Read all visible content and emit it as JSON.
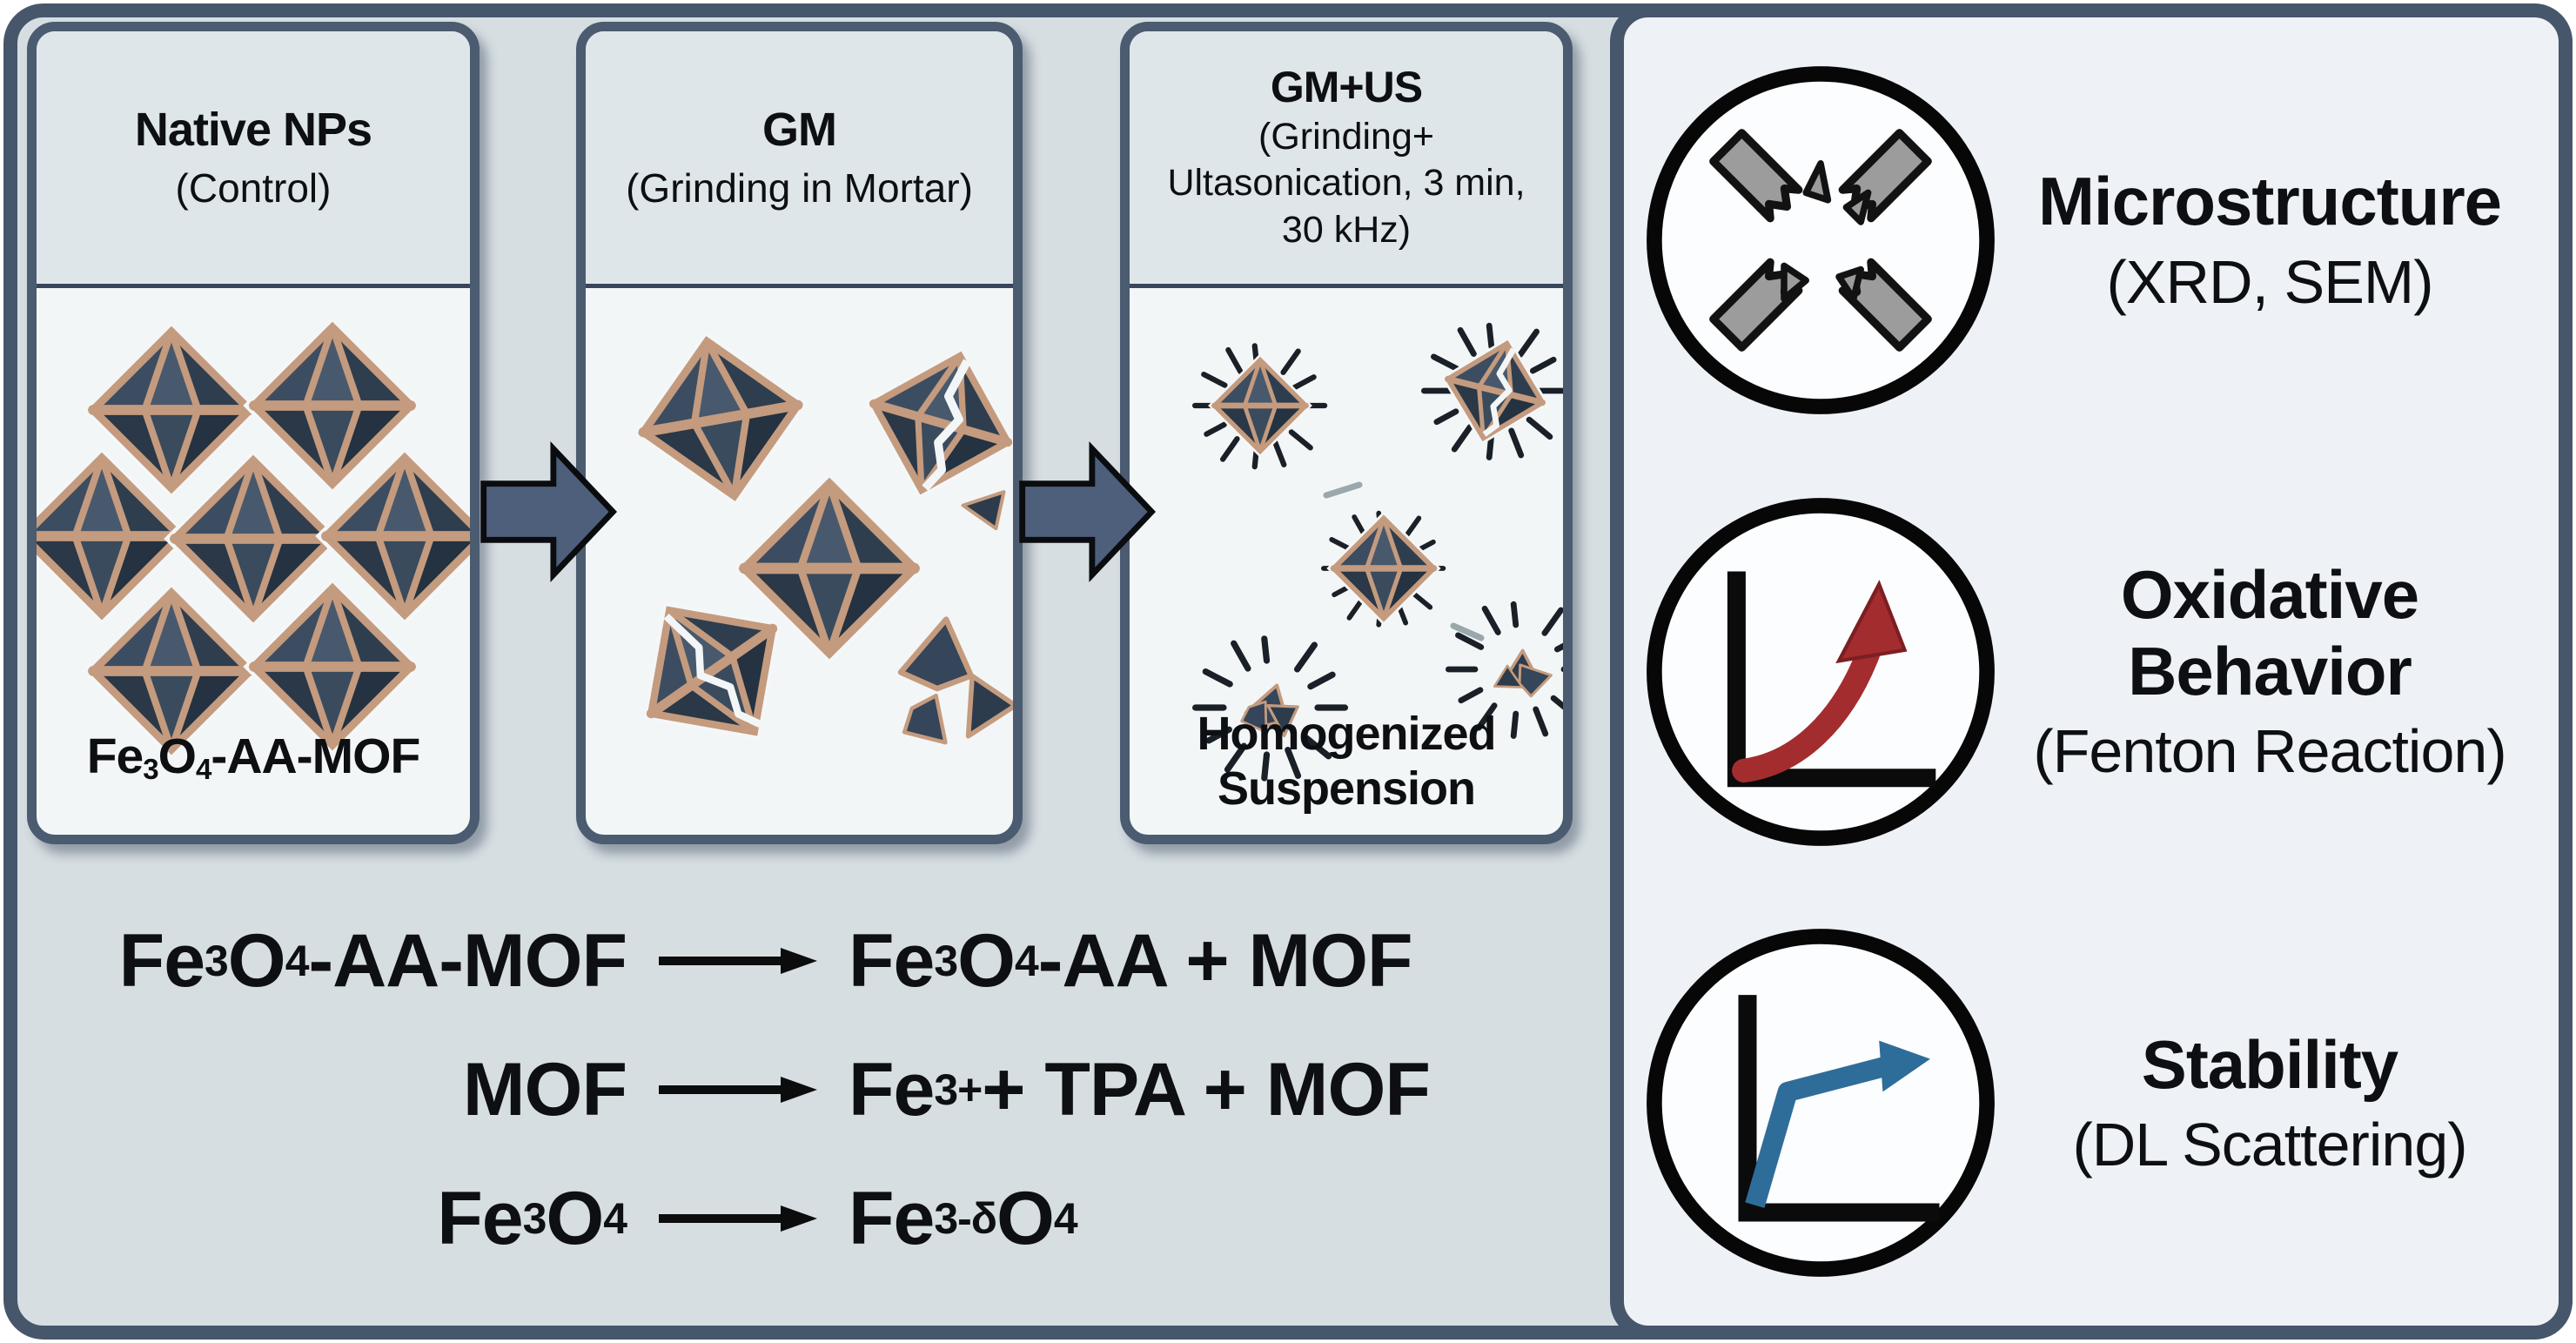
{
  "process_panels": [
    {
      "title": "Native NPs",
      "subtitle": "(Control)",
      "caption": [
        {
          "t": "Fe"
        },
        {
          "t": "3",
          "s": "sub"
        },
        {
          "t": "O"
        },
        {
          "t": "4",
          "s": "sub"
        },
        {
          "t": "-AA-MOF"
        }
      ]
    },
    {
      "title": "GM",
      "subtitle": "(Grinding in Mortar)"
    },
    {
      "title": "GM+US",
      "subtitle": "(Grinding+ Ultasonication, 3 min, 30 kHz)",
      "caption_text": "Homogenized Suspension"
    }
  ],
  "equations": [
    {
      "lhs": [
        {
          "t": "Fe"
        },
        {
          "t": "3",
          "s": "sub"
        },
        {
          "t": "O"
        },
        {
          "t": "4",
          "s": "sub"
        },
        {
          "t": "-AA-MOF"
        }
      ],
      "rhs": [
        {
          "t": "Fe"
        },
        {
          "t": "3",
          "s": "sub"
        },
        {
          "t": "O"
        },
        {
          "t": "4",
          "s": "sub"
        },
        {
          "t": "-AA + MOF"
        }
      ]
    },
    {
      "lhs": [
        {
          "t": "MOF"
        }
      ],
      "rhs": [
        {
          "t": "Fe"
        },
        {
          "t": "3+",
          "s": "sup"
        },
        {
          "t": " + TPA + MOF"
        }
      ]
    },
    {
      "lhs": [
        {
          "t": "Fe"
        },
        {
          "t": "3",
          "s": "sub"
        },
        {
          "t": "O"
        },
        {
          "t": "4",
          "s": "sub"
        }
      ],
      "rhs": [
        {
          "t": "Fe"
        },
        {
          "t": "3-δ",
          "s": "sub"
        },
        {
          "t": "O"
        },
        {
          "t": "4",
          "s": "sub"
        }
      ]
    }
  ],
  "analysis_items": [
    {
      "icon": "fractured-x-icon",
      "title": "Microstructure",
      "subtitle": "(XRD, SEM)"
    },
    {
      "icon": "rising-curve-icon",
      "title": "Oxidative Behavior",
      "subtitle": "(Fenton Reaction)"
    },
    {
      "icon": "plateau-curve-icon",
      "title": "Stability",
      "subtitle": "(DL Scattering)"
    }
  ],
  "colors": {
    "frame_border": "#46566b",
    "left_background": "#d6dee2",
    "panel_background": "#f3f6f7",
    "panel_header_background": "#dee6ea",
    "right_panel_background": "#eef1f6",
    "process_arrow": "#4d5f7b",
    "mof_edge": "#c49b7e",
    "particle_face": "#37475a",
    "oxidative_arrow": "#a32c2f",
    "stability_line": "#2e6d99"
  }
}
